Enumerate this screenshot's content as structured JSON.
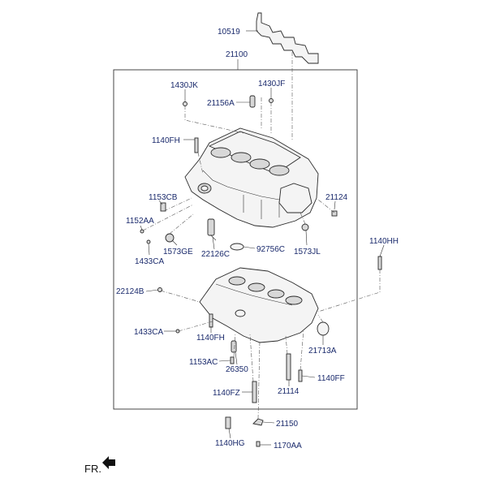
{
  "parts": [
    "10519",
    "21100",
    "1430JK",
    "1430JF",
    "21156A",
    "1140FH",
    "1153CB",
    "21124",
    "1152AA",
    "1573GE",
    "92756C",
    "1573JL",
    "1433CA",
    "22126C",
    "1140HH",
    "22124B",
    "1433CA",
    "1140FH",
    "21713A",
    "1153AC",
    "26350",
    "1140FF",
    "21114",
    "1140FZ",
    "21150",
    "1140HG",
    "1170AA"
  ],
  "direction_label": "FR."
}
